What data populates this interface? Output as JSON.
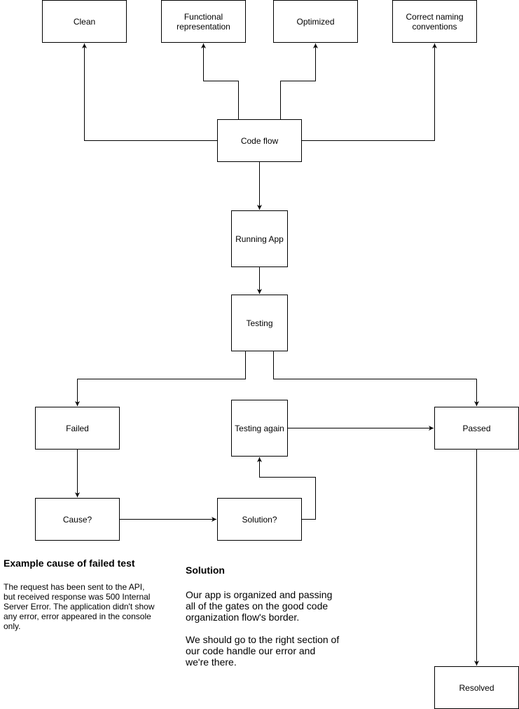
{
  "diagram": {
    "nodes": {
      "clean": "Clean",
      "functional": "Functional representation",
      "optimized": "Optimized",
      "naming": "Correct naming conventions",
      "code_flow": "Code flow",
      "running_app": "Running App",
      "testing": "Testing",
      "failed": "Failed",
      "testing_again": "Testing again",
      "passed": "Passed",
      "cause": "Cause?",
      "solution": "Solution?",
      "resolved": "Resolved"
    },
    "edges": [
      {
        "from": "code_flow",
        "to": "clean"
      },
      {
        "from": "code_flow",
        "to": "functional"
      },
      {
        "from": "code_flow",
        "to": "optimized"
      },
      {
        "from": "code_flow",
        "to": "naming"
      },
      {
        "from": "code_flow",
        "to": "running_app"
      },
      {
        "from": "running_app",
        "to": "testing"
      },
      {
        "from": "testing",
        "to": "failed"
      },
      {
        "from": "testing",
        "to": "passed"
      },
      {
        "from": "failed",
        "to": "cause"
      },
      {
        "from": "cause",
        "to": "solution"
      },
      {
        "from": "solution",
        "to": "testing_again"
      },
      {
        "from": "testing_again",
        "to": "passed"
      },
      {
        "from": "passed",
        "to": "resolved"
      }
    ]
  },
  "notes": {
    "example": {
      "title": "Example cause of failed test",
      "body": "The request has been sent to the API, but received response was 500 Internal Server Error. The application didn't show any error, error appeared in the console only."
    },
    "solution": {
      "title": "Solution",
      "body": "Our app is organized and passing all of the gates on the good code organization flow's border.\n\nWe should go to the right section of our code handle our error and we're there."
    }
  },
  "colors": {
    "stroke": "#000000",
    "fill": "#ffffff"
  }
}
